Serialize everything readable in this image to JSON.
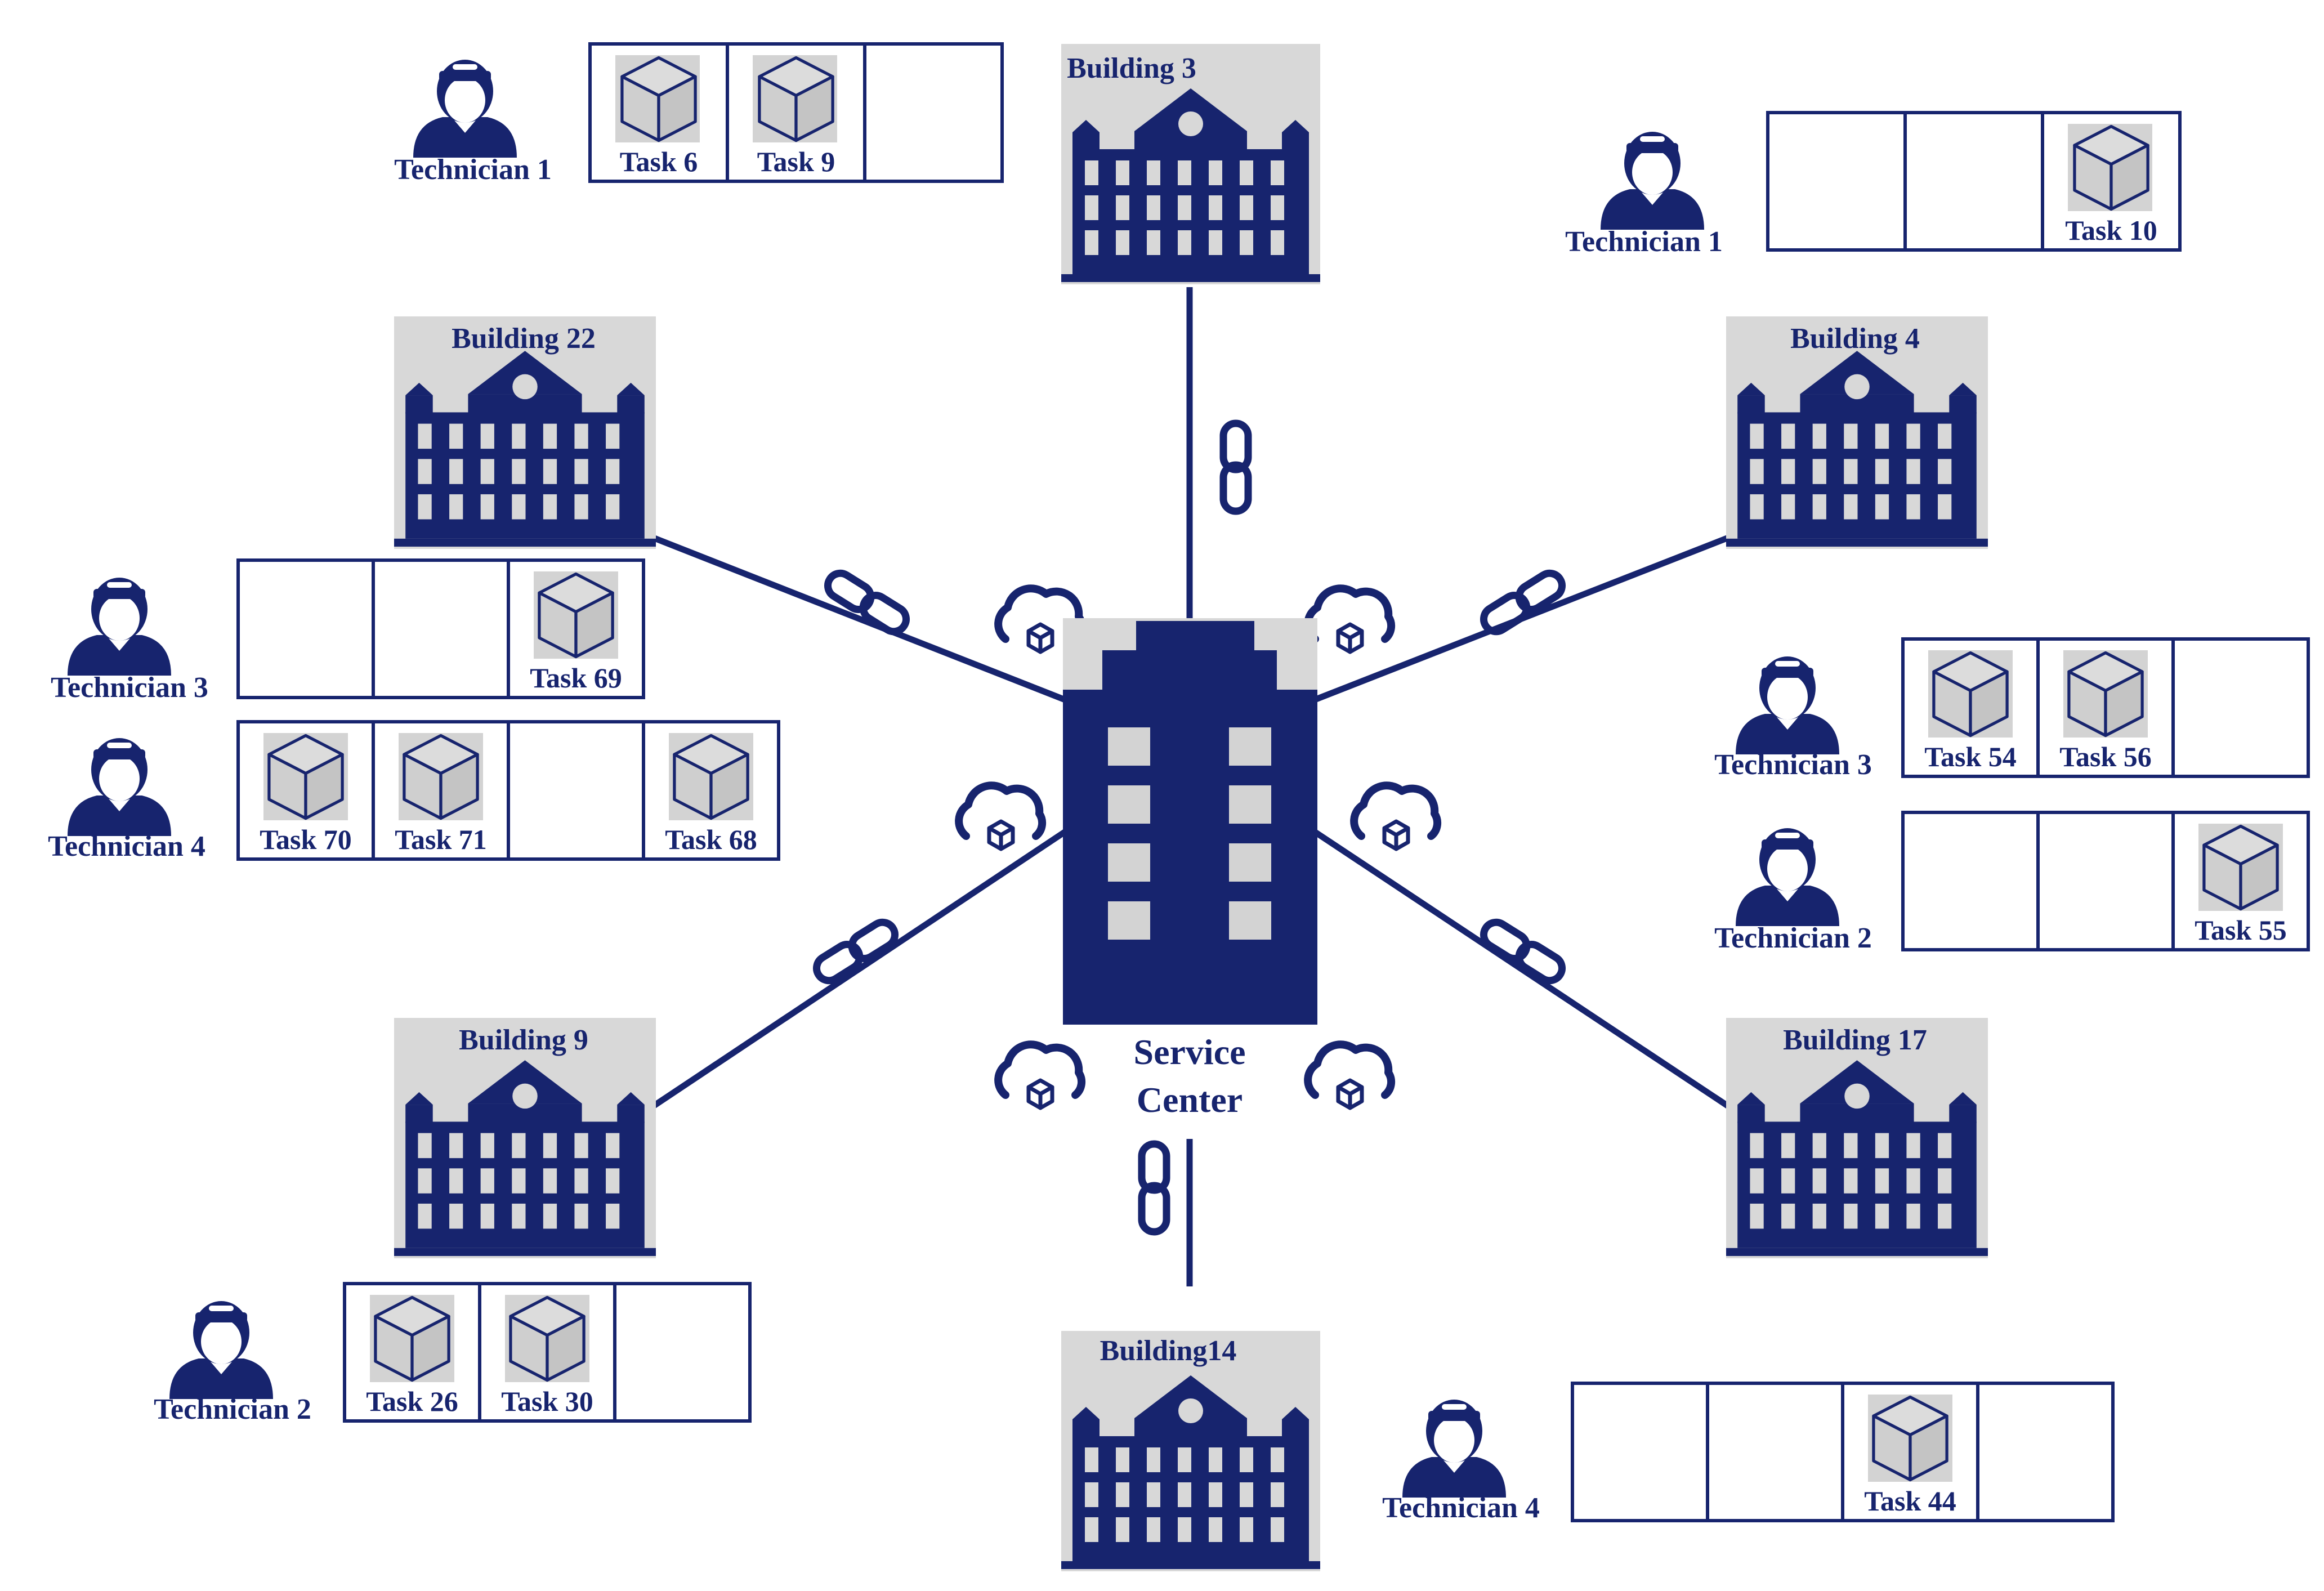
{
  "colors": {
    "navy": "#17246e",
    "tile_bg": "#d8d8d8",
    "window": "#d3d3d3",
    "box_face": "#d0d0d0",
    "white": "#ffffff"
  },
  "center": {
    "label_line1": "Service",
    "label_line2": "Center"
  },
  "buildings": [
    {
      "id": "b3",
      "name": "Building 3"
    },
    {
      "id": "b22",
      "name": "Building 22"
    },
    {
      "id": "b4",
      "name": "Building 4"
    },
    {
      "id": "b9",
      "name": "Building 9"
    },
    {
      "id": "b17",
      "name": "Building 17"
    },
    {
      "id": "b14",
      "name": "Building14"
    }
  ],
  "task_groups": [
    {
      "id": "g1",
      "technician": "Technician 1",
      "slots": [
        "Task 6",
        "Task 9",
        ""
      ]
    },
    {
      "id": "g2",
      "technician": "Technician 1",
      "slots": [
        "",
        "",
        "Task 10"
      ]
    },
    {
      "id": "g3",
      "technician": "Technician 3",
      "slots": [
        "",
        "",
        "Task 69"
      ]
    },
    {
      "id": "g4",
      "technician": "Technician 4",
      "slots": [
        "Task 70",
        "Task 71",
        "",
        "Task 68"
      ]
    },
    {
      "id": "g5",
      "technician": "Technician 3",
      "slots": [
        "Task 54",
        "Task 56",
        ""
      ]
    },
    {
      "id": "g6",
      "technician": "Technician 2",
      "slots": [
        "",
        "",
        "Task 55"
      ]
    },
    {
      "id": "g7",
      "technician": "Technician 2",
      "slots": [
        "Task 26",
        "Task 30",
        ""
      ]
    },
    {
      "id": "g8",
      "technician": "Technician 4",
      "slots": [
        "",
        "",
        "Task 44",
        ""
      ]
    }
  ],
  "icons": {
    "building": "building-icon",
    "service_center": "office-tower-icon",
    "technician": "technician-icon",
    "task": "package-box-icon",
    "link": "chain-link-icon",
    "cloud": "cloud-package-icon"
  }
}
